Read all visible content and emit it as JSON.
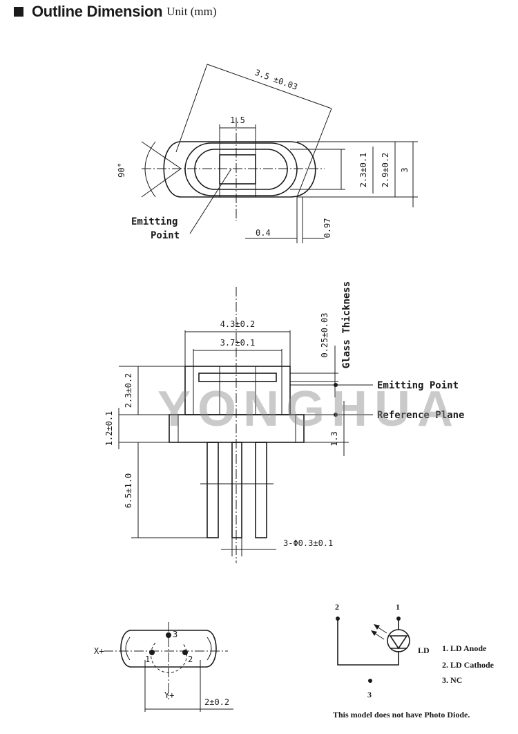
{
  "header": {
    "title": "Outline Dimension",
    "unit": "Unit (mm)"
  },
  "top_view": {
    "dim_angle_diag": "3.5 ±0.03",
    "dim_1_5": "1.5",
    "dim_90": "90°",
    "dim_2_3": "2.3±0.1",
    "dim_2_9": "2.9±0.2",
    "dim_3": "3",
    "dim_0_4": "0.4",
    "dim_0_97": "0.97",
    "emitting_point_line1": "Emitting",
    "emitting_point_line2": "Point"
  },
  "side_view": {
    "dim_4_3": "4.3±0.2",
    "dim_3_7": "3.7±0.1",
    "dim_glass": "0.25±0.03",
    "glass_thickness": "Glass Thickness",
    "emitting_point": "Emitting Point",
    "reference_plane": "Reference Plane",
    "dim_2_3": "2.3±0.2",
    "dim_1_2": "1.2±0.1",
    "dim_1_3": "1.3",
    "dim_6_5": "6.5±1.0",
    "dim_pins": "3-Φ0.3±0.1"
  },
  "watermark": "YONGHUA",
  "bottom_view": {
    "x_axis": "X+",
    "y_axis": "Y+",
    "pin1": "1",
    "pin2": "2",
    "pin3": "3",
    "dim_2": "2±0.2"
  },
  "schematic": {
    "pin2": "2",
    "pin1": "1",
    "pin3": "3",
    "ld": "LD",
    "legend": [
      "1. LD Anode",
      "2. LD Cathode",
      "3. NC"
    ],
    "note": "This model does not have Photo Diode."
  }
}
